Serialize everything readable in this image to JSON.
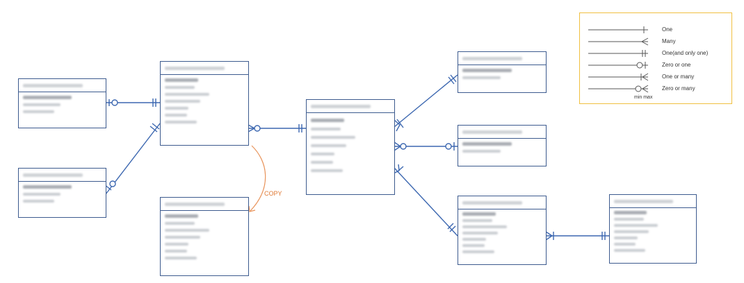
{
  "legend": {
    "items": [
      {
        "label": "One",
        "symbol": "one"
      },
      {
        "label": "Many",
        "symbol": "many"
      },
      {
        "label": "One(and only one)",
        "symbol": "one-only"
      },
      {
        "label": "Zero or one",
        "symbol": "zero-one"
      },
      {
        "label": "One or many",
        "symbol": "one-many"
      },
      {
        "label": "Zero or many",
        "symbol": "zero-many"
      }
    ],
    "min_max": "min max"
  },
  "annotations": {
    "copy": "COPY"
  },
  "colors": {
    "line": "#3c67b0",
    "copy_arrow": "#e8935a",
    "legend_border": "#f0c040"
  },
  "tables": [
    {
      "id": "t1",
      "rows": 3
    },
    {
      "id": "t2",
      "rows": 3
    },
    {
      "id": "t3",
      "rows": 7
    },
    {
      "id": "t4",
      "rows": 7
    },
    {
      "id": "t5",
      "rows": 7
    },
    {
      "id": "t6",
      "rows": 2
    },
    {
      "id": "t7",
      "rows": 2
    },
    {
      "id": "t8",
      "rows": 7
    },
    {
      "id": "t9",
      "rows": 7
    }
  ]
}
